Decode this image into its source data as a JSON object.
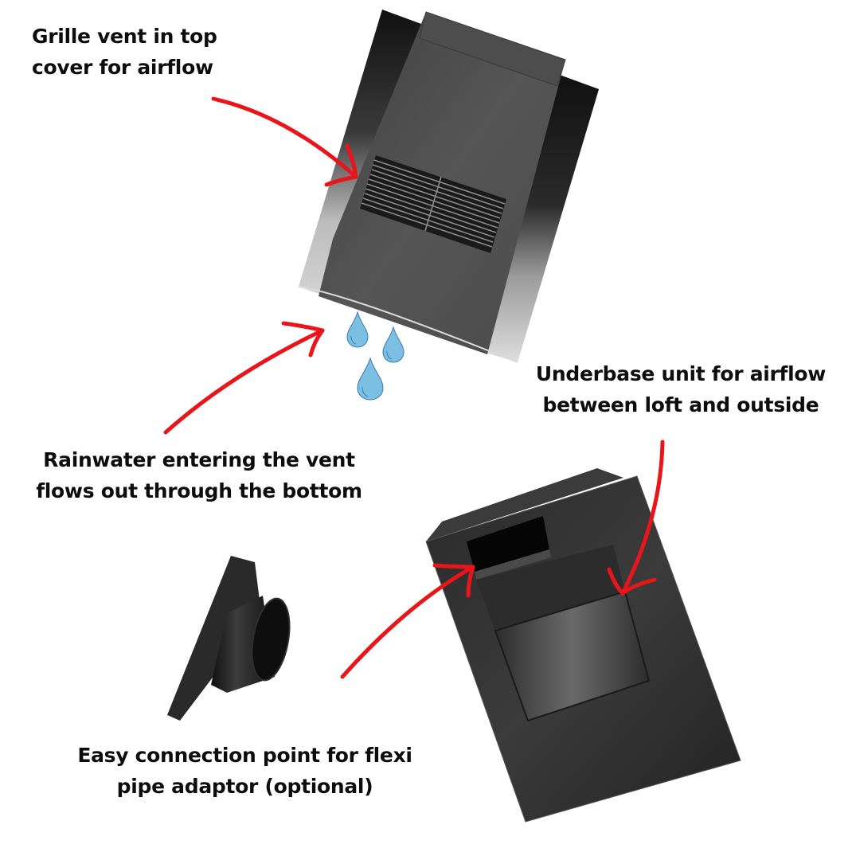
{
  "colors": {
    "background": "#ffffff",
    "text": "#0d0d0d",
    "arrow": "#e8151b",
    "drop_fill": "#7bbfe3",
    "drop_stroke": "#3d7ab0",
    "product_dark": "#1c1c1c",
    "product_mid": "#5a5a5a",
    "product_light": "#c9c9c9"
  },
  "labels": {
    "grille": {
      "line1": "Grille vent in top",
      "line2": "cover for airflow"
    },
    "rainwater": {
      "line1": "Rainwater entering the vent",
      "line2": "flows out through the bottom"
    },
    "underbase": {
      "line1": "Underbase unit for airflow",
      "line2": "between loft and outside"
    },
    "connection": {
      "line1": "Easy connection point for flexi",
      "line2": "pipe adaptor (optional)"
    }
  },
  "icons": {
    "raindrops": [
      "water-drop-icon",
      "water-drop-icon",
      "water-drop-icon"
    ],
    "arrows": [
      "grille-arrow",
      "rainwater-arrow",
      "underbase-arrow",
      "connection-arrow"
    ]
  }
}
